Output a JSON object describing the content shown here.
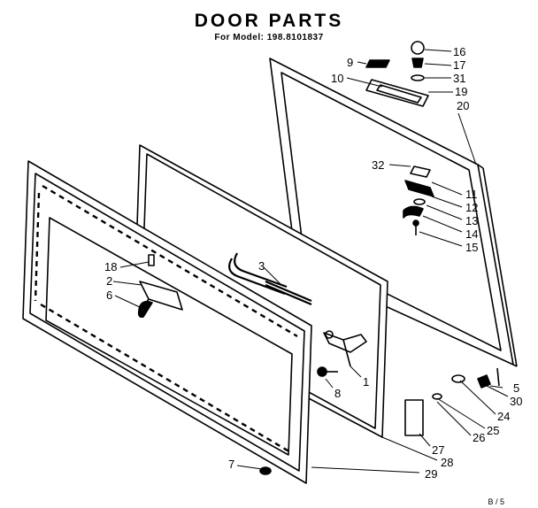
{
  "header": {
    "title": "DOOR PARTS",
    "subtitle": "For Model: 198.8101837"
  },
  "callouts": [
    {
      "id": "c16",
      "label": "16"
    },
    {
      "id": "c17",
      "label": "17"
    },
    {
      "id": "c31",
      "label": "31"
    },
    {
      "id": "c19",
      "label": "19"
    },
    {
      "id": "c20",
      "label": "20"
    },
    {
      "id": "c9",
      "label": "9"
    },
    {
      "id": "c10",
      "label": "10"
    },
    {
      "id": "c32",
      "label": "32"
    },
    {
      "id": "c11",
      "label": "11"
    },
    {
      "id": "c12",
      "label": "12"
    },
    {
      "id": "c13",
      "label": "13"
    },
    {
      "id": "c14",
      "label": "14"
    },
    {
      "id": "c15",
      "label": "15"
    },
    {
      "id": "c3",
      "label": "3"
    },
    {
      "id": "c18",
      "label": "18"
    },
    {
      "id": "c2",
      "label": "2"
    },
    {
      "id": "c6",
      "label": "6"
    },
    {
      "id": "c8",
      "label": "8"
    },
    {
      "id": "c1",
      "label": "1"
    },
    {
      "id": "c5",
      "label": "5"
    },
    {
      "id": "c30",
      "label": "30"
    },
    {
      "id": "c24",
      "label": "24"
    },
    {
      "id": "c25",
      "label": "25"
    },
    {
      "id": "c26",
      "label": "26"
    },
    {
      "id": "c27",
      "label": "27"
    },
    {
      "id": "c28",
      "label": "28"
    },
    {
      "id": "c7",
      "label": "7"
    },
    {
      "id": "c29",
      "label": "29"
    }
  ],
  "footer": {
    "code": "B / 5"
  }
}
